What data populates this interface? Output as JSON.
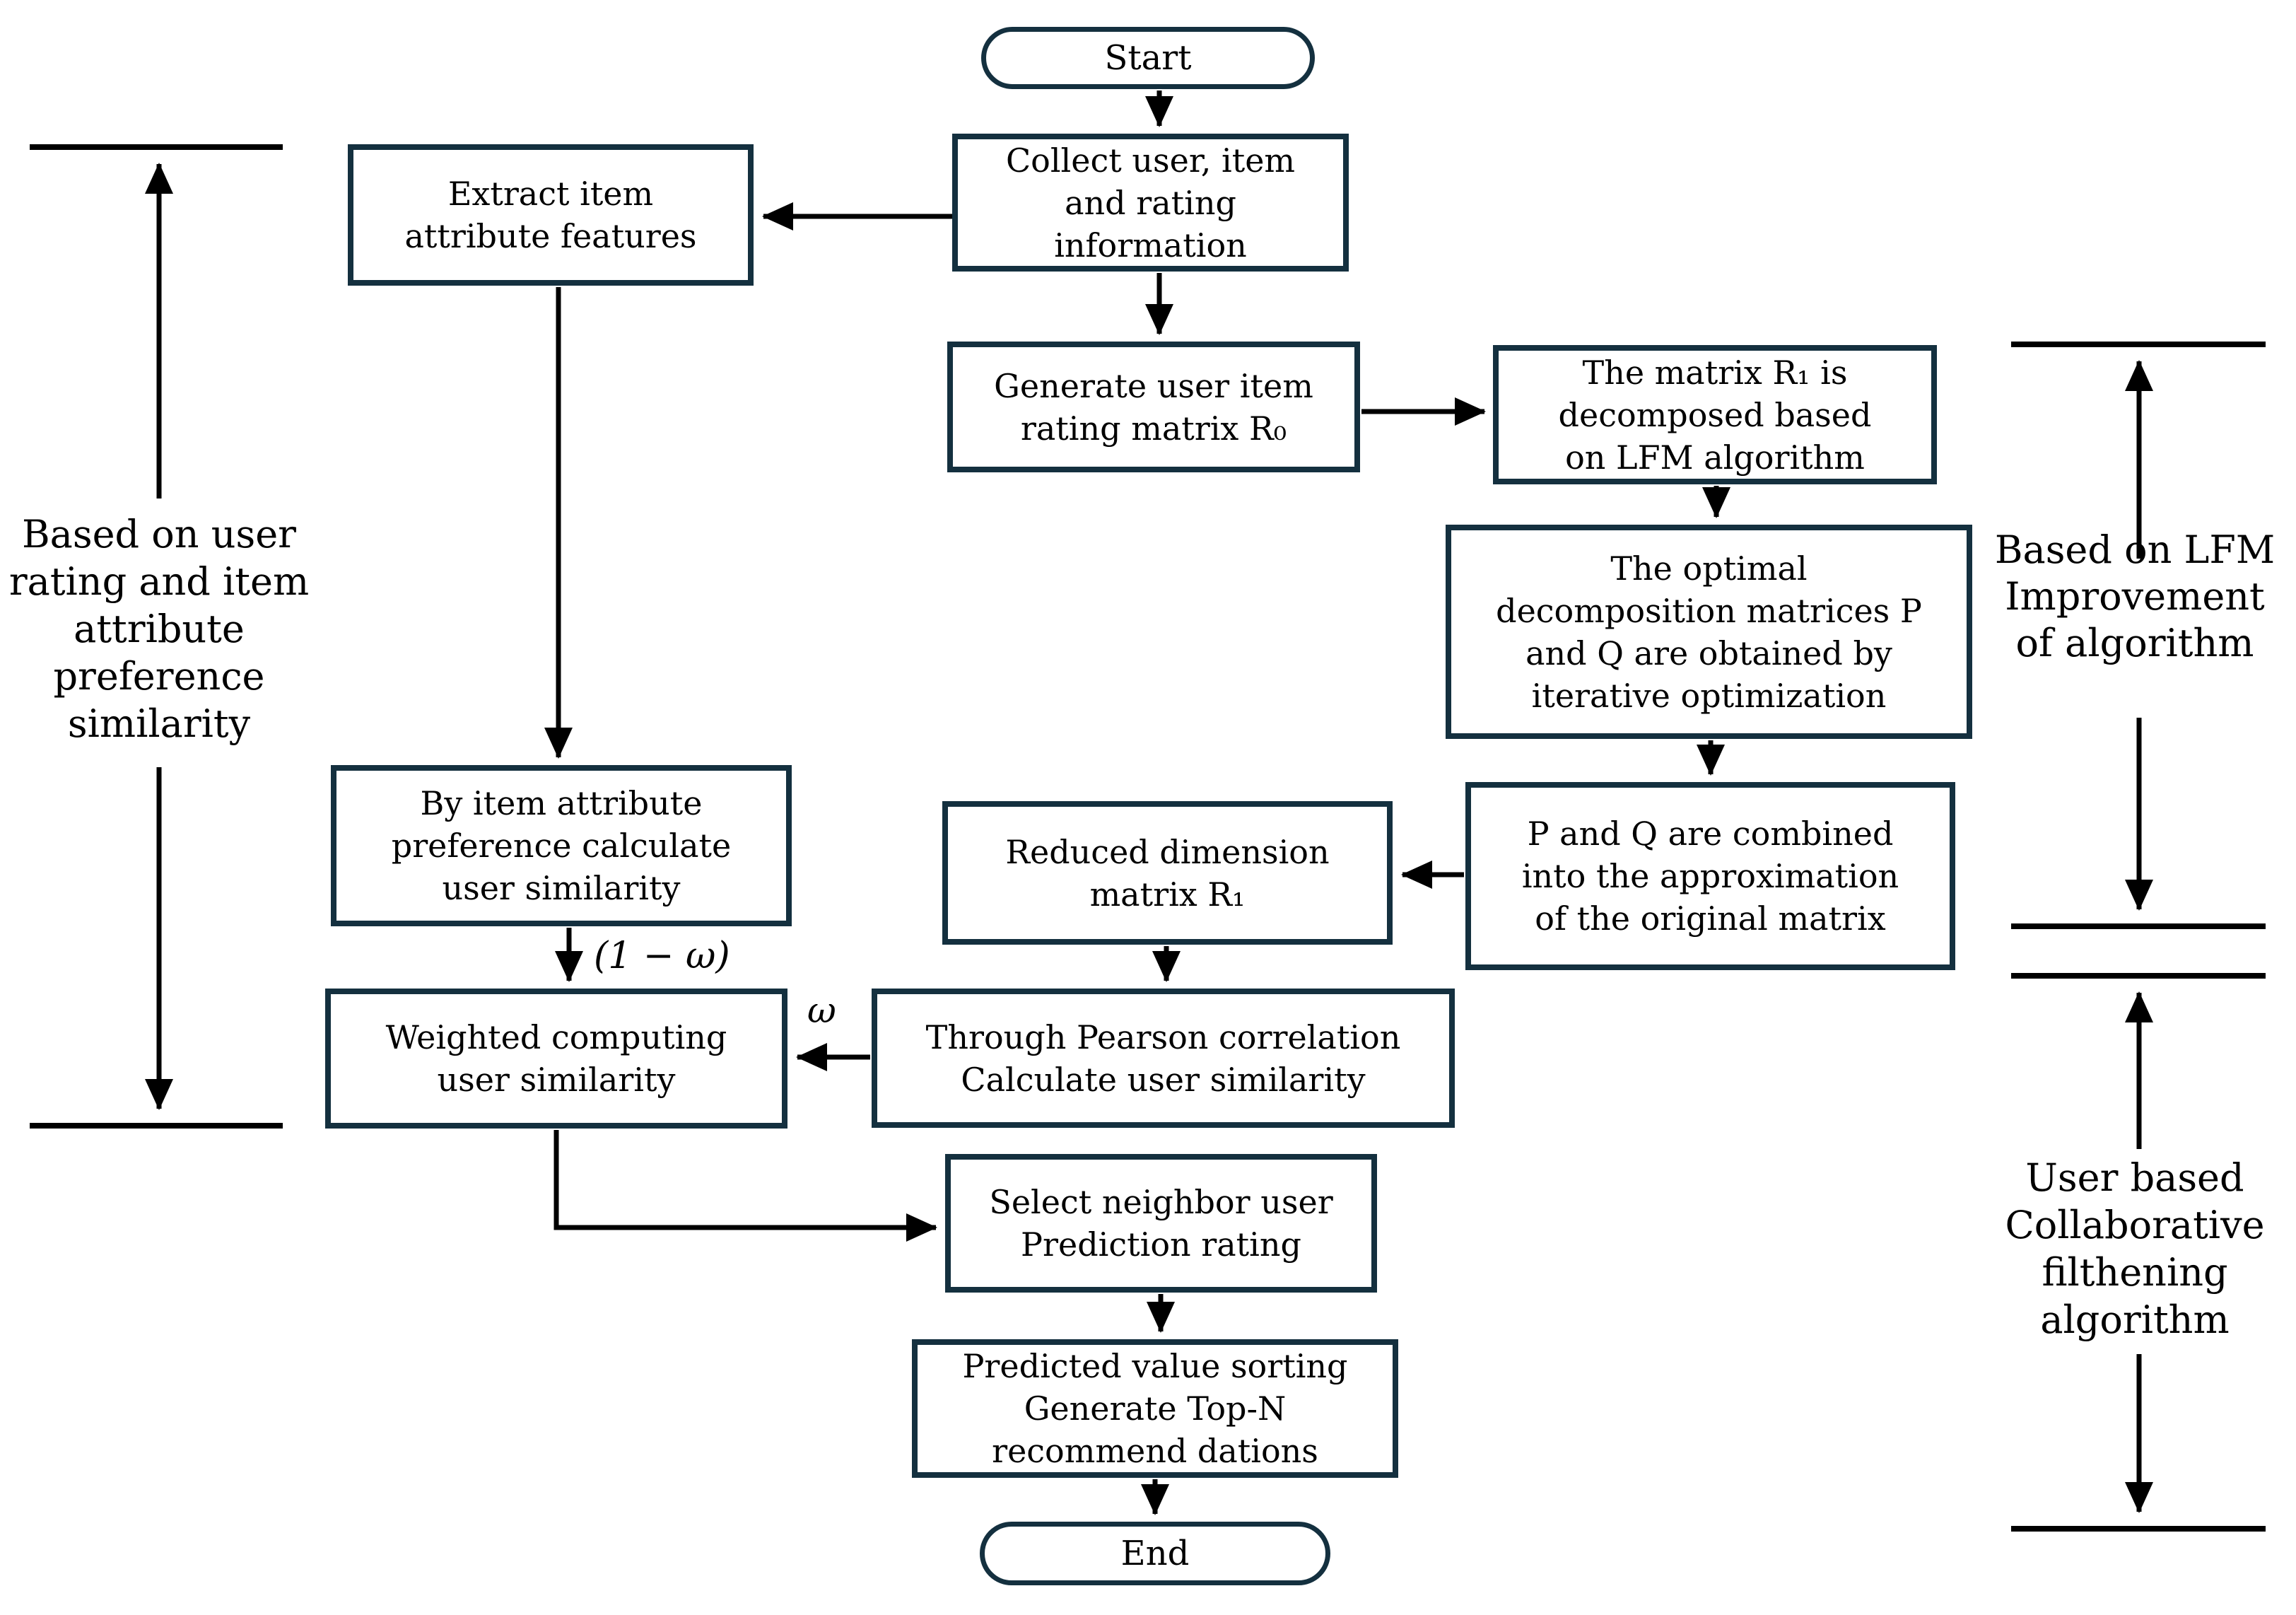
{
  "colors": {
    "box_border": "#14303f",
    "arrow": "#000000",
    "text": "#000000",
    "background": "#ffffff"
  },
  "nodes": {
    "start": {
      "label": "Start"
    },
    "collect": {
      "label": "Collect user, item\nand rating\ninformation"
    },
    "extract": {
      "label": "Extract item\nattribute features"
    },
    "generate": {
      "label": "Generate user item\nrating matrix R₀"
    },
    "decompose": {
      "label": "The matrix R₁ is\ndecomposed based\non LFM algorithm"
    },
    "optimal": {
      "label": "The optimal\ndecomposition matrices P\nand Q are obtained by\niterative optimization"
    },
    "combine": {
      "label": "P and Q are combined\ninto the approximation\nof the original matrix"
    },
    "reduced": {
      "label": "Reduced dimension\nmatrix R₁"
    },
    "by_item": {
      "label": "By item attribute\npreference calculate\nuser similarity"
    },
    "weighted": {
      "label": "Weighted computing\nuser similarity"
    },
    "pearson": {
      "label": "Through Pearson correlation\nCalculate user similarity"
    },
    "select": {
      "label": "Select neighbor user\nPrediction rating"
    },
    "predicted": {
      "label": "Predicted value sorting\nGenerate Top-N\nrecommend dations"
    },
    "end": {
      "label": "End"
    }
  },
  "edge_labels": {
    "one_minus_omega": "(1 − ω)",
    "omega": "ω"
  },
  "annotations": {
    "left": {
      "label": "Based on user\nrating and item\nattribute\npreference\nsimilarity"
    },
    "right_top": {
      "label": "Based on LFM\nImprovement\nof algorithm"
    },
    "right_bottom": {
      "label": "User based\nCollaborative\nfilthening\nalgorithm"
    }
  }
}
